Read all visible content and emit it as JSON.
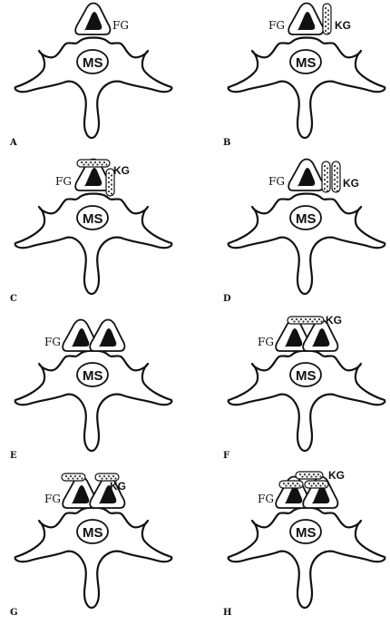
{
  "labels": {
    "fg": "FG",
    "kg": "KG",
    "ms": "MS"
  },
  "panels": [
    {
      "letter": "A",
      "fg_count": 1,
      "kg": "none"
    },
    {
      "letter": "B",
      "fg_count": 1,
      "kg": "one-vertical"
    },
    {
      "letter": "C",
      "fg_count": 1,
      "kg": "top-and-side"
    },
    {
      "letter": "D",
      "fg_count": 1,
      "kg": "two-vertical"
    },
    {
      "letter": "E",
      "fg_count": 2,
      "kg": "none"
    },
    {
      "letter": "F",
      "fg_count": 2,
      "kg": "one-top"
    },
    {
      "letter": "G",
      "fg_count": 2,
      "kg": "two-top-separate"
    },
    {
      "letter": "H",
      "fg_count": 2,
      "kg": "stacked-top"
    }
  ]
}
